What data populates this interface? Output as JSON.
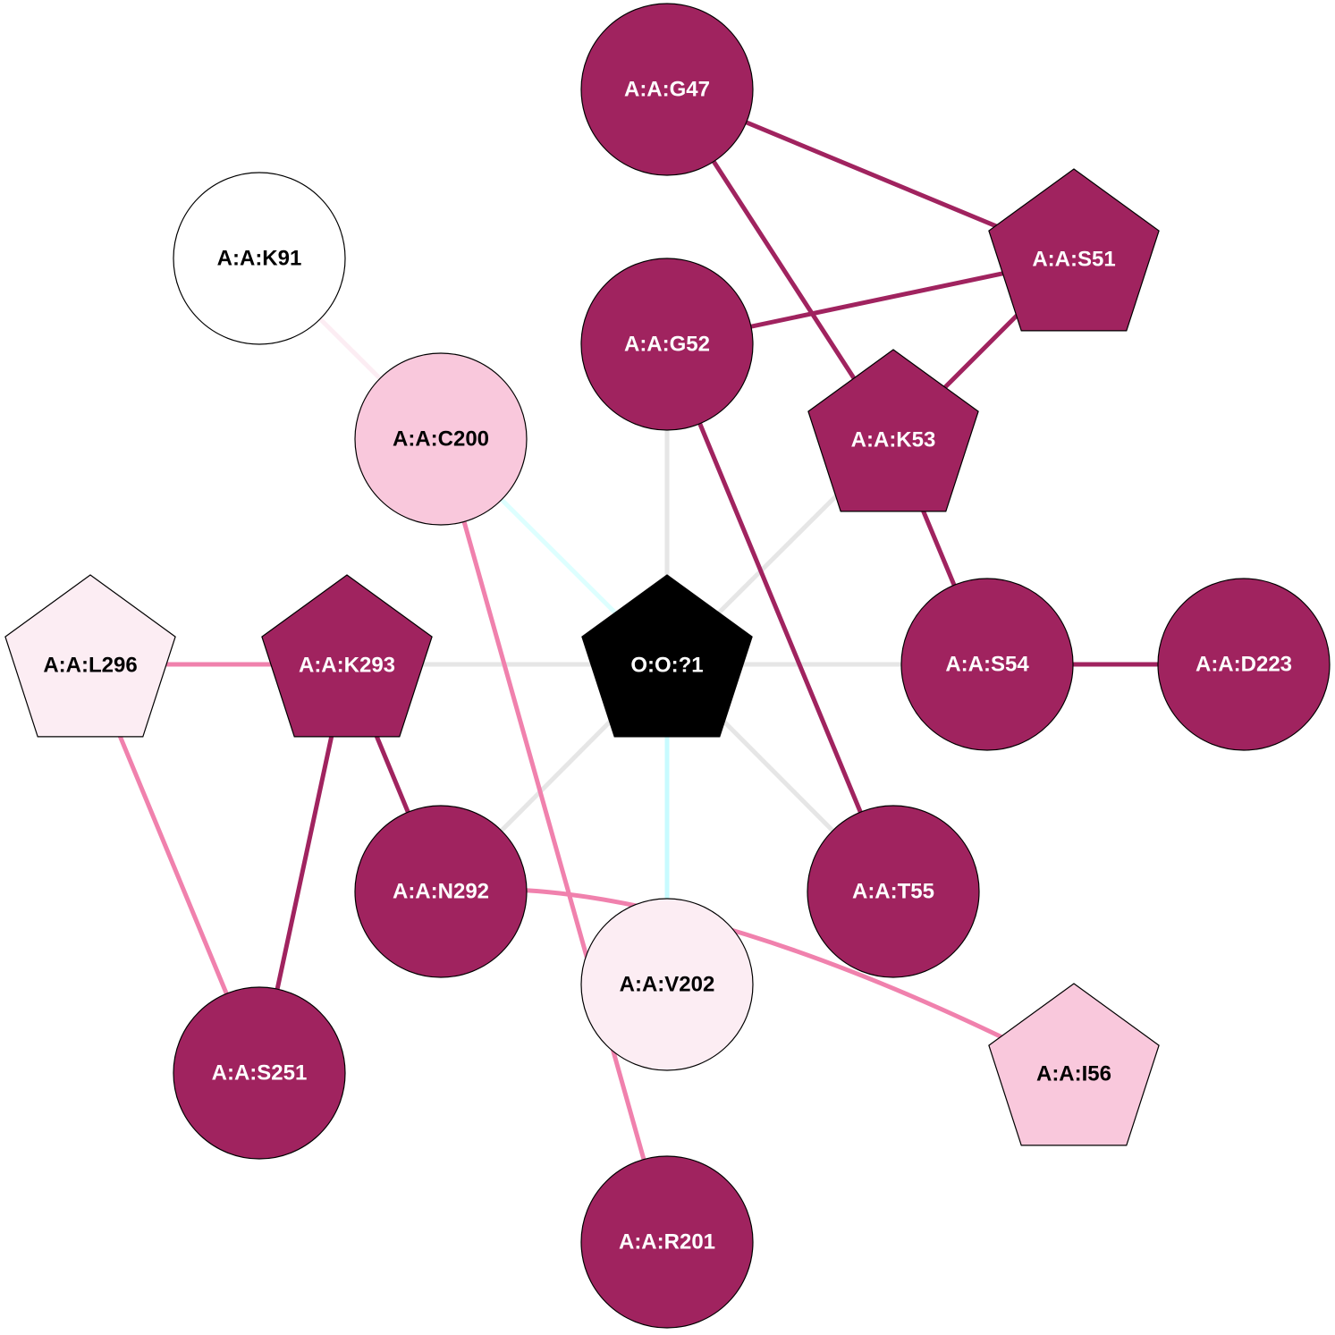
{
  "colors": {
    "dark": "#A0235F",
    "medium": "#F081AD",
    "light": "#F9C8DC",
    "pale": "#FCEDF3",
    "white": "#FFFFFF",
    "black": "#000000",
    "gray_edge": "#E6E6E6",
    "cyan_edge": "#DDFFFF",
    "cyan_edge_strong": "#C8FBFF"
  },
  "nodes": [
    {
      "id": "O:O:?1",
      "label": "O:O:?1",
      "shape": "pentagon",
      "fill": "black",
      "text": "white"
    },
    {
      "id": "A:A:G47",
      "label": "A:A:G47",
      "shape": "circle",
      "fill": "dark",
      "text": "white"
    },
    {
      "id": "A:A:K91",
      "label": "A:A:K91",
      "shape": "circle",
      "fill": "white",
      "text": "black"
    },
    {
      "id": "A:A:S51",
      "label": "A:A:S51",
      "shape": "pentagon",
      "fill": "dark",
      "text": "white"
    },
    {
      "id": "A:A:G52",
      "label": "A:A:G52",
      "shape": "circle",
      "fill": "dark",
      "text": "white"
    },
    {
      "id": "A:A:C200",
      "label": "A:A:C200",
      "shape": "circle",
      "fill": "light",
      "text": "black"
    },
    {
      "id": "A:A:K53",
      "label": "A:A:K53",
      "shape": "pentagon",
      "fill": "dark",
      "text": "white"
    },
    {
      "id": "A:A:L296",
      "label": "A:A:L296",
      "shape": "pentagon",
      "fill": "pale",
      "text": "black"
    },
    {
      "id": "A:A:K293",
      "label": "A:A:K293",
      "shape": "pentagon",
      "fill": "dark",
      "text": "white"
    },
    {
      "id": "A:A:S54",
      "label": "A:A:S54",
      "shape": "circle",
      "fill": "dark",
      "text": "white"
    },
    {
      "id": "A:A:D223",
      "label": "A:A:D223",
      "shape": "circle",
      "fill": "dark",
      "text": "white"
    },
    {
      "id": "A:A:N292",
      "label": "A:A:N292",
      "shape": "circle",
      "fill": "dark",
      "text": "white"
    },
    {
      "id": "A:A:T55",
      "label": "A:A:T55",
      "shape": "circle",
      "fill": "dark",
      "text": "white"
    },
    {
      "id": "A:A:V202",
      "label": "A:A:V202",
      "shape": "circle",
      "fill": "pale",
      "text": "black"
    },
    {
      "id": "A:A:S251",
      "label": "A:A:S251",
      "shape": "circle",
      "fill": "dark",
      "text": "white"
    },
    {
      "id": "A:A:I56",
      "label": "A:A:I56",
      "shape": "pentagon",
      "fill": "light",
      "text": "black"
    },
    {
      "id": "A:A:R201",
      "label": "A:A:R201",
      "shape": "circle",
      "fill": "dark",
      "text": "white"
    }
  ],
  "edges": [
    {
      "from": "O:O:?1",
      "to": "A:A:G52",
      "color": "gray_edge"
    },
    {
      "from": "O:O:?1",
      "to": "A:A:K53",
      "color": "gray_edge"
    },
    {
      "from": "O:O:?1",
      "to": "A:A:K293",
      "color": "gray_edge"
    },
    {
      "from": "O:O:?1",
      "to": "A:A:S54",
      "color": "gray_edge"
    },
    {
      "from": "O:O:?1",
      "to": "A:A:N292",
      "color": "gray_edge"
    },
    {
      "from": "O:O:?1",
      "to": "A:A:T55",
      "color": "gray_edge"
    },
    {
      "from": "O:O:?1",
      "to": "A:A:C200",
      "color": "cyan_edge"
    },
    {
      "from": "O:O:?1",
      "to": "A:A:V202",
      "color": "cyan_edge_strong"
    },
    {
      "from": "A:A:K91",
      "to": "A:A:C200",
      "color": "pale"
    },
    {
      "from": "A:A:G47",
      "to": "A:A:S51",
      "color": "dark"
    },
    {
      "from": "A:A:G47",
      "to": "A:A:K53",
      "color": "dark"
    },
    {
      "from": "A:A:G52",
      "to": "A:A:S51",
      "color": "dark"
    },
    {
      "from": "A:A:S51",
      "to": "A:A:K53",
      "color": "dark"
    },
    {
      "from": "A:A:G52",
      "to": "A:A:T55",
      "color": "dark"
    },
    {
      "from": "A:A:K53",
      "to": "A:A:S54",
      "color": "dark"
    },
    {
      "from": "A:A:S54",
      "to": "A:A:D223",
      "color": "dark"
    },
    {
      "from": "A:A:L296",
      "to": "A:A:K293",
      "color": "medium"
    },
    {
      "from": "A:A:L296",
      "to": "A:A:S251",
      "color": "medium"
    },
    {
      "from": "A:A:K293",
      "to": "A:A:N292",
      "color": "dark"
    },
    {
      "from": "A:A:K293",
      "to": "A:A:S251",
      "color": "dark"
    },
    {
      "from": "A:A:C200",
      "to": "A:A:R201",
      "color": "medium"
    },
    {
      "from": "A:A:N292",
      "to": "A:A:I56",
      "color": "medium",
      "curve": true
    }
  ]
}
